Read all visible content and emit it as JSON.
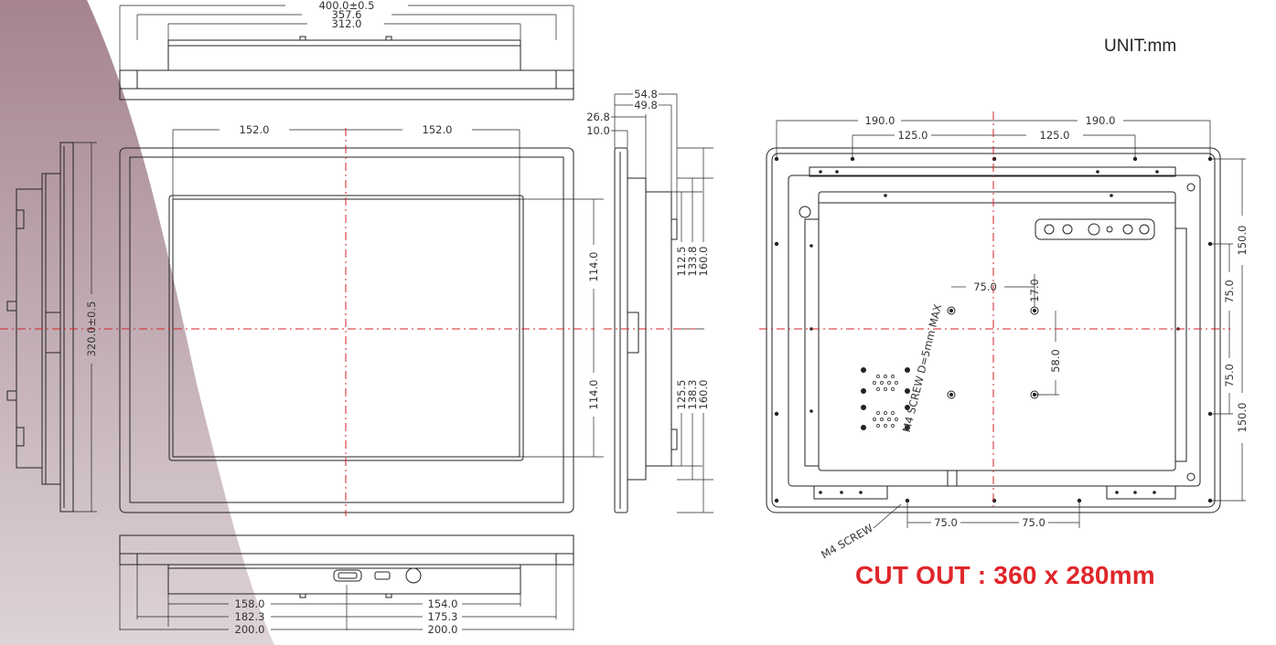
{
  "unit_label": "UNIT:mm",
  "cutout_label": "CUT OUT : 360 x 280mm",
  "colors": {
    "background_band": "#a98a96",
    "centerline": "#d2232a",
    "outline": "#222222",
    "cutout_text": "#e0262a"
  },
  "top_view": {
    "width_total": "400.0±0.5",
    "width_mid": "357.6",
    "width_inner": "312.0"
  },
  "front_view": {
    "half_width_left": "152.0",
    "half_width_right": "152.0",
    "half_height_top": "114.0",
    "half_height_bottom": "114.0"
  },
  "left_side_view": {
    "height_total": "320.0±0.5"
  },
  "right_side_view": {
    "depth_total": "54.8",
    "depth_mid": "49.8",
    "depth_a": "26.8",
    "depth_b": "10.0",
    "upper": [
      "112.5",
      "133.8",
      "160.0"
    ],
    "lower": [
      "125.5",
      "138.3",
      "160.0"
    ]
  },
  "bottom_view": {
    "left": [
      "158.0",
      "182.3",
      "200.0"
    ],
    "right": [
      "154.0",
      "175.3",
      "200.0"
    ]
  },
  "rear_view": {
    "top_outer_left": "190.0",
    "top_outer_right": "190.0",
    "top_inner_left": "125.0",
    "top_inner_right": "125.0",
    "right_outer_top": "150.0",
    "right_outer_bottom": "150.0",
    "right_inner_top": "75.0",
    "right_inner_bottom": "75.0",
    "vesa_h": "75.0",
    "vesa_v_top": "17.0",
    "vesa_v": "58.0",
    "screw_note": "M4 SCREW D=5mm MAX",
    "bottom_left": "75.0",
    "bottom_right": "75.0",
    "bottom_screw_note": "M4 SCREW"
  }
}
